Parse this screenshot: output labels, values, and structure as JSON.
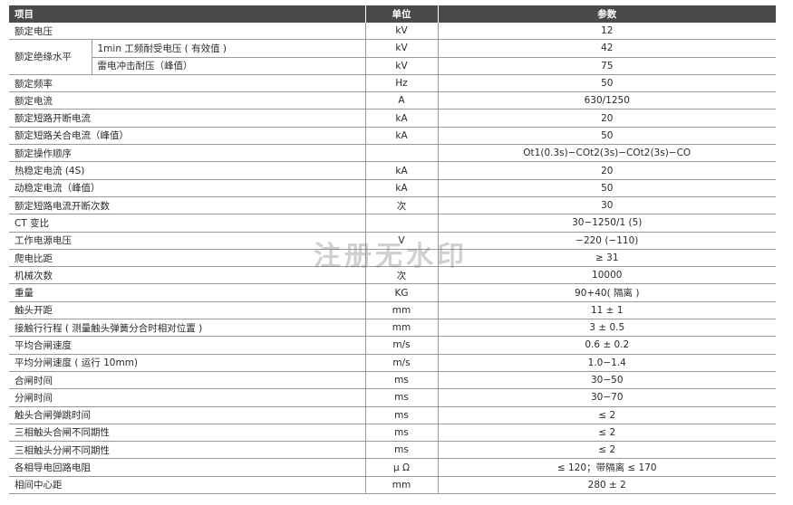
{
  "table": {
    "headers": {
      "item": "项目",
      "unit": "单位",
      "param": "参数"
    },
    "rows": [
      {
        "item": "额定电压",
        "unit": "kV",
        "value": "12"
      },
      {
        "group": "额定绝缘水平",
        "sub": "1min 工频耐受电压 ( 有效值 )",
        "unit": "kV",
        "value": "42"
      },
      {
        "sub": "雷电冲击耐压（峰值）",
        "unit": "kV",
        "value": "75"
      },
      {
        "item": "额定频率",
        "unit": "Hz",
        "value": "50"
      },
      {
        "item": "额定电流",
        "unit": "A",
        "value": "630/1250"
      },
      {
        "item": "额定短路开断电流",
        "unit": "kA",
        "value": "20"
      },
      {
        "item": "额定短路关合电流（峰值）",
        "unit": "kA",
        "value": "50"
      },
      {
        "item": "额定操作顺序",
        "unit": "",
        "value": "Ot1(0.3s)−COt2(3s)−COt2(3s)−CO"
      },
      {
        "item": "热稳定电流 (4S)",
        "unit": "kA",
        "value": "20"
      },
      {
        "item": "动稳定电流（峰值）",
        "unit": "kA",
        "value": "50"
      },
      {
        "item": "额定短路电流开断次数",
        "unit": "次",
        "value": "30"
      },
      {
        "item": "CT 变比",
        "unit": "",
        "value": "30−1250/1 (5)"
      },
      {
        "item": "工作电源电压",
        "unit": "V",
        "value": "−220 (−110)"
      },
      {
        "item": "爬电比距",
        "unit": "",
        "value": "≥ 31"
      },
      {
        "item": "机械次数",
        "unit": "次",
        "value": "10000"
      },
      {
        "item": "重量",
        "unit": "KG",
        "value": "90+40( 隔离 )"
      },
      {
        "item": "触头开距",
        "unit": "mm",
        "value": "11 ± 1"
      },
      {
        "item": "接触行行程 ( 测量触头弹簧分合时相对位置 )",
        "unit": "mm",
        "value": "3 ± 0.5"
      },
      {
        "item": "平均合闸速度",
        "unit": "m/s",
        "value": "0.6 ± 0.2"
      },
      {
        "item": "平均分闸速度 ( 运行 10mm)",
        "unit": "m/s",
        "value": "1.0−1.4"
      },
      {
        "item": "合闸时间",
        "unit": "ms",
        "value": "30−50"
      },
      {
        "item": "分闸时间",
        "unit": "ms",
        "value": "30−70"
      },
      {
        "item": "触头合闸弹跳时间",
        "unit": "ms",
        "value": "≤ 2"
      },
      {
        "item": "三相触头合闸不同期性",
        "unit": "ms",
        "value": "≤ 2"
      },
      {
        "item": "三相触头分闸不同期性",
        "unit": "ms",
        "value": "≤ 2"
      },
      {
        "item": "各相导电回路电阻",
        "unit": "μ Ω",
        "value": "≤ 120；带隔离 ≤ 170"
      },
      {
        "item": "相间中心距",
        "unit": "mm",
        "value": "280 ± 2"
      }
    ]
  },
  "watermark": "注册无水印"
}
